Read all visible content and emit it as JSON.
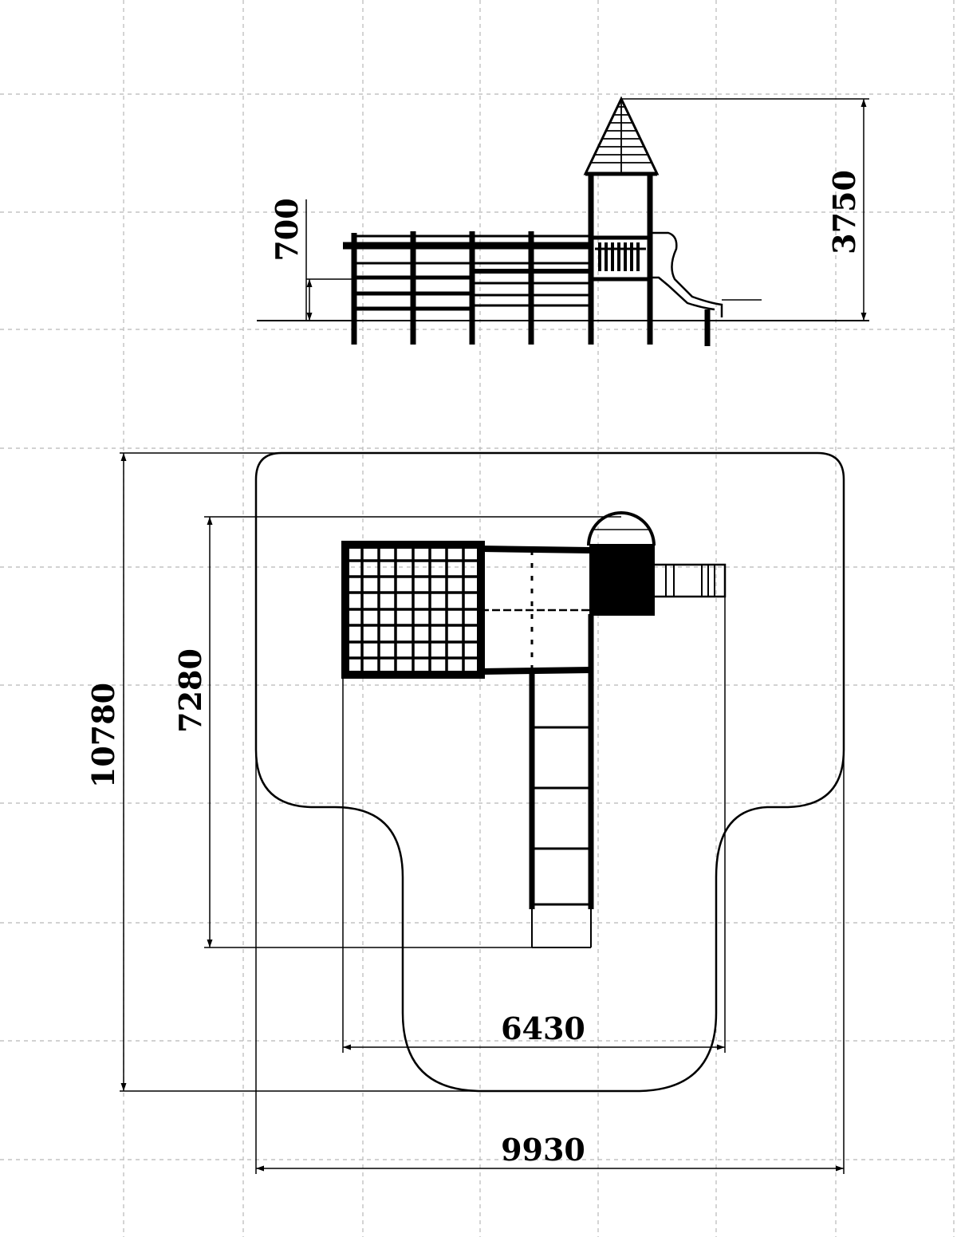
{
  "drawing": {
    "elevation": {
      "dims": {
        "platform_height": "700",
        "total_height": "3750"
      }
    },
    "plan": {
      "dims": {
        "overall_height": "10780",
        "equipment_length": "7280",
        "equipment_width": "6430",
        "overall_width": "9930"
      }
    }
  }
}
